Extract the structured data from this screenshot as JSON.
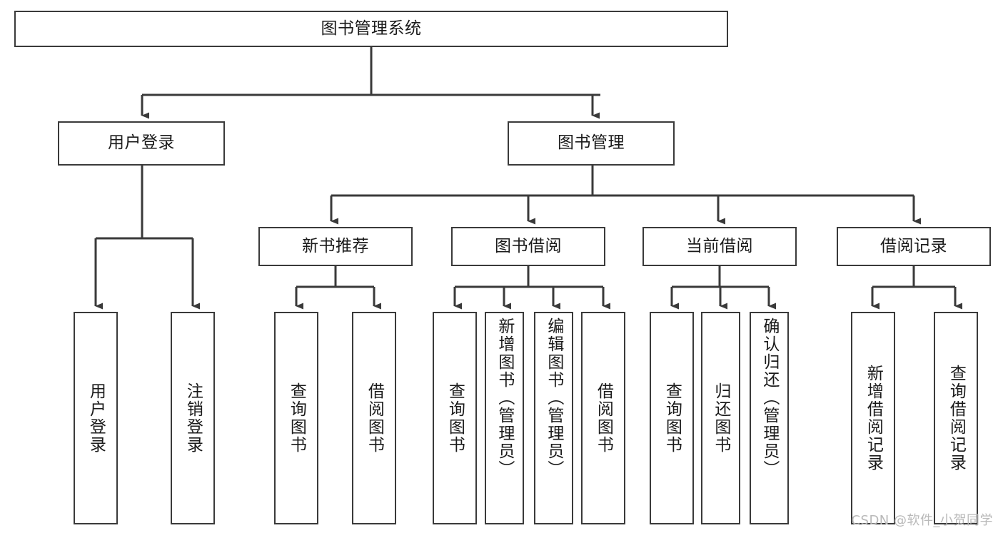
{
  "diagram": {
    "title": "图书管理系统",
    "type": "tree",
    "watermark": "CSDN @软件_小贺同学",
    "stroke_color": "#3a3a3a",
    "background_color": "#ffffff",
    "text_color": "#1a1a1a",
    "nodes": {
      "root": {
        "label": "图书管理系统"
      },
      "level1": [
        {
          "id": "user_login",
          "label": "用户登录"
        },
        {
          "id": "book_manage",
          "label": "图书管理"
        }
      ],
      "level2": [
        {
          "id": "new_book_rec",
          "label": "新书推荐"
        },
        {
          "id": "book_borrow",
          "label": "图书借阅"
        },
        {
          "id": "current_borrow",
          "label": "当前借阅"
        },
        {
          "id": "borrow_record",
          "label": "借阅记录"
        }
      ],
      "leaves": {
        "user_login": [
          {
            "id": "leaf_user_login",
            "label": "用户登录"
          },
          {
            "id": "leaf_user_logout",
            "label": "注销登录"
          }
        ],
        "new_book_rec": [
          {
            "id": "leaf_query_book_1",
            "label": "查询图书"
          },
          {
            "id": "leaf_borrow_book_1",
            "label": "借阅图书"
          }
        ],
        "book_borrow": [
          {
            "id": "leaf_query_book_2",
            "label": "查询图书"
          },
          {
            "id": "leaf_add_book",
            "label": "新增图书（管理员）"
          },
          {
            "id": "leaf_edit_book",
            "label": "编辑图书（管理员）"
          },
          {
            "id": "leaf_borrow_book_2",
            "label": "借阅图书"
          }
        ],
        "current_borrow": [
          {
            "id": "leaf_query_book_3",
            "label": "查询图书"
          },
          {
            "id": "leaf_return_book",
            "label": "归还图书"
          },
          {
            "id": "leaf_confirm_return",
            "label": "确认归还（管理员）"
          }
        ],
        "borrow_record": [
          {
            "id": "leaf_add_record",
            "label": "新增借阅记录"
          },
          {
            "id": "leaf_query_record",
            "label": "查询借阅记录"
          }
        ]
      }
    }
  }
}
